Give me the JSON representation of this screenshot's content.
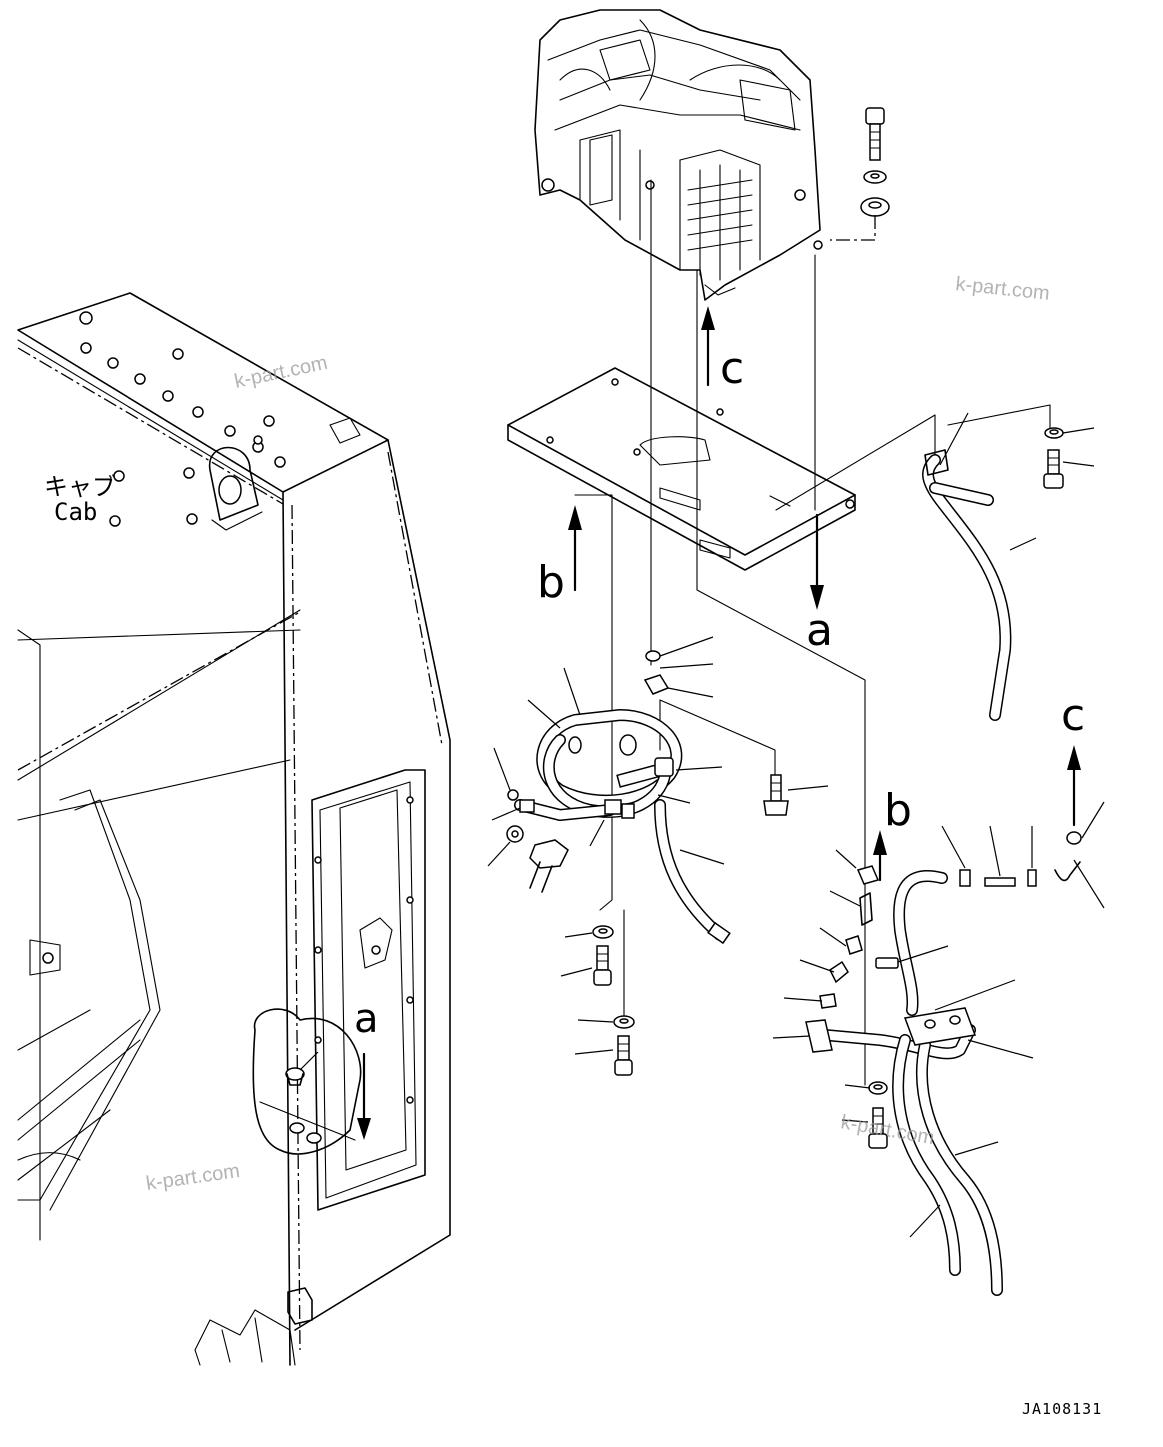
{
  "labels": {
    "cab_jp": "キャブ",
    "cab_en": "Cab",
    "ref_a": "a",
    "ref_b": "b",
    "ref_c": "c"
  },
  "watermark": "k-part.com",
  "drawing_number": "JA108131",
  "colors": {
    "line": "#000000",
    "background": "#ffffff",
    "watermark": "#9a9a9a"
  }
}
